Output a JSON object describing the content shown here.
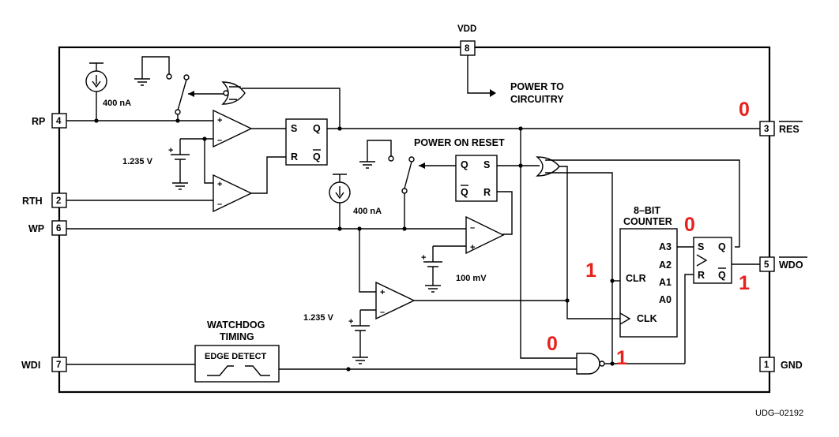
{
  "pins": {
    "vdd": {
      "name": "VDD",
      "num": "8"
    },
    "rp": {
      "name": "RP",
      "num": "4"
    },
    "rth": {
      "name": "RTH",
      "num": "2"
    },
    "wp": {
      "name": "WP",
      "num": "6"
    },
    "wdi": {
      "name": "WDI",
      "num": "7"
    },
    "res": {
      "name": "RES",
      "num": "3"
    },
    "wdo": {
      "name": "WDO",
      "num": "5"
    },
    "gnd": {
      "name": "GND",
      "num": "1"
    }
  },
  "labels": {
    "power_to_1": "POWER TO",
    "power_to_2": "CIRCUITRY",
    "current_source_1": "400 nA",
    "current_source_2": "400 nA",
    "vref_1": "1.235 V",
    "vref_2": "1.235 V",
    "vref_3": "100 mV",
    "power_on_reset": "POWER ON RESET",
    "counter_1": "8–BIT",
    "counter_2": "COUNTER",
    "watchdog_1": "WATCHDOG",
    "watchdog_2": "TIMING",
    "edge_detect": "EDGE DETECT",
    "figure_ref": "UDG–02192"
  },
  "latch1": {
    "s": "S",
    "q": "Q",
    "r": "R",
    "qbar": "Q"
  },
  "latch2": {
    "q": "Q",
    "s": "S",
    "qbar": "Q",
    "r": "R"
  },
  "latch3": {
    "s": "S",
    "q": "Q",
    "r": "R",
    "qbar": "Q"
  },
  "counter": {
    "clr": "CLR",
    "clk": "CLK",
    "a3": "A3",
    "a2": "A2",
    "a1": "A1",
    "a0": "A0"
  },
  "comparator": {
    "plus": "+",
    "minus": "–"
  },
  "annotations": {
    "res_level": "0",
    "counter_a3_level": "0",
    "counter_clr_level": "1",
    "wdo_level": "1",
    "nand_input_level": "0",
    "nand_output_level": "1"
  },
  "colors": {
    "annotation": "#e8211d",
    "line": "#000000",
    "background": "#ffffff"
  }
}
